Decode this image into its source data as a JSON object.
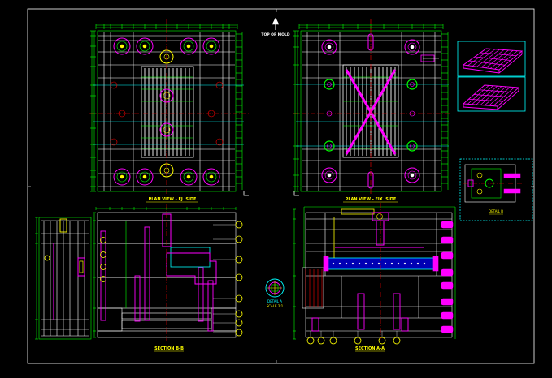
{
  "drawing": {
    "top_of_mold": "TOP OF MOLD",
    "plan_view_ejector": "PLAN VIEW - EJ. SIDE",
    "plan_view_fixed": "PLAN VIEW - FIX. SIDE",
    "section_bb": "SECTION B-B",
    "section_aa": "SECTION A-A",
    "detail_a_title": "DETAIL A",
    "detail_a_scale": "SCALE 2:1",
    "detail_b_title": "DETAIL B"
  },
  "colors": {
    "background": "#000000",
    "frame": "#ffffff",
    "outline": "#00ff00",
    "plate": "#ffffff",
    "highlight": "#ff00ff",
    "label": "#ffff00",
    "cooling": "#00ffff",
    "centerline": "#ff0000",
    "cavity": "#0000b4"
  }
}
